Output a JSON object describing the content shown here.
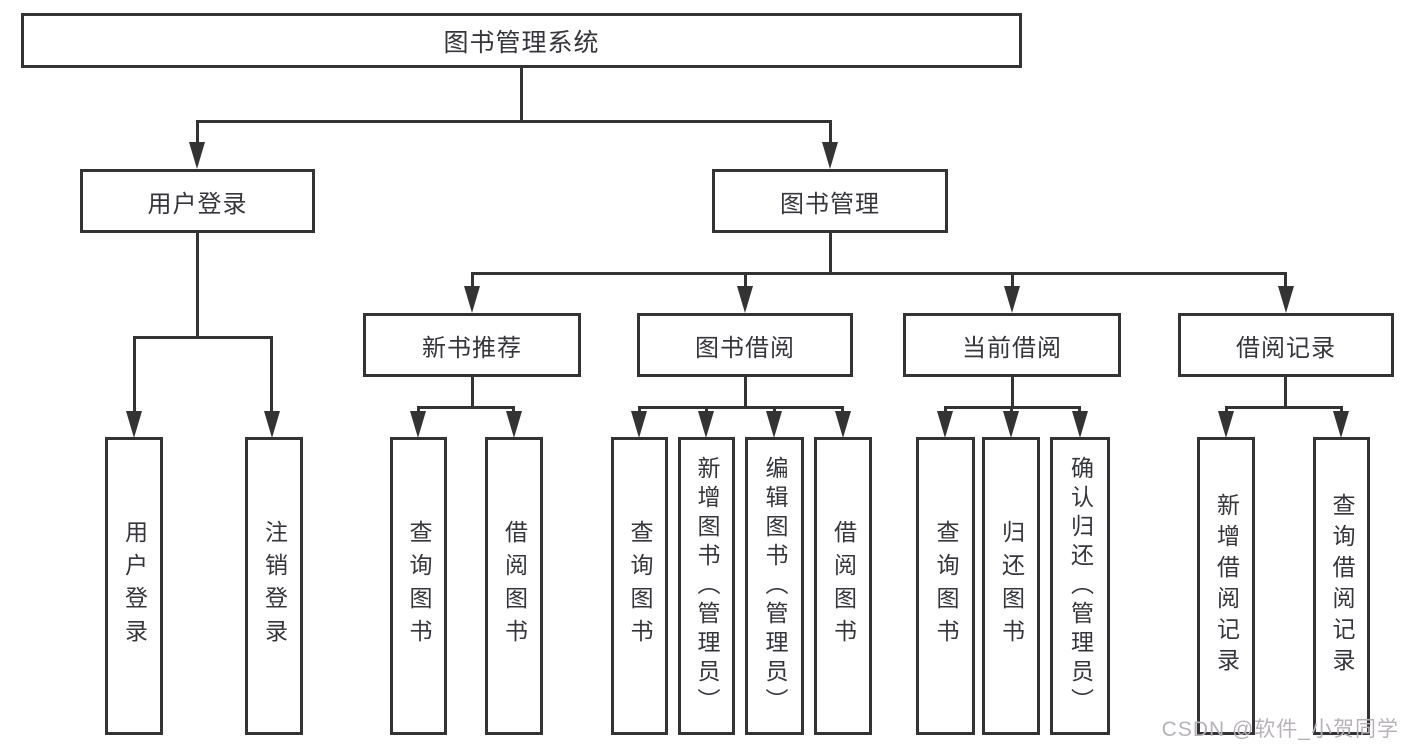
{
  "nodes": {
    "root": "图书管理系统",
    "l2": [
      "用户登录",
      "图书管理"
    ],
    "l3": [
      "新书推荐",
      "图书借阅",
      "当前借阅",
      "借阅记录"
    ],
    "leaves_login": [
      "用户登录",
      "注销登录"
    ],
    "leaves_recommend": [
      "查询图书",
      "借阅图书"
    ],
    "leaves_borrow": [
      "查询图书",
      "新增图书（管理员）",
      "编辑图书（管理员）",
      "借阅图书"
    ],
    "leaves_current": [
      "查询图书",
      "归还图书",
      "确认归还（管理员）"
    ],
    "leaves_records": [
      "新增借阅记录",
      "查询借阅记录"
    ]
  },
  "colors": {
    "line": "#333333",
    "text": "#35363b",
    "background": "#ffffff",
    "watermark": "#b6b2b8"
  },
  "watermark": {
    "text": "CSDN @软件_小贺同学"
  }
}
